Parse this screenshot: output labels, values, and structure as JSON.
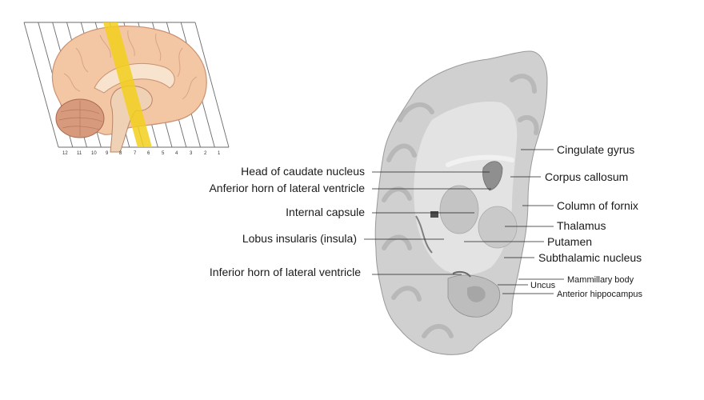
{
  "orientation_figure": {
    "slice_numbers": [
      "12",
      "11",
      "10",
      "9",
      "8",
      "7",
      "6",
      "5",
      "4",
      "3",
      "2",
      "1"
    ],
    "highlight_color": "#f2cf1d"
  },
  "labels_left": {
    "head_of_caudate": "Head of caudate nucleus",
    "anterior_horn": "Anferior horn of lateral ventricle",
    "internal_capsule": "Internal capsule",
    "insula": "Lobus insularis (insula)",
    "inferior_horn": "Inferior horn of lateral ventricle"
  },
  "labels_right": {
    "cingulate_gyrus": "Cingulate gyrus",
    "corpus_callosum": "Corpus callosum",
    "column_of_fornix": "Column of fornix",
    "thalamus": "Thalamus",
    "putamen": "Putamen",
    "subthalamic_nucleus": "Subthalamic nucleus",
    "mammillary_body": "Mammillary body",
    "uncus": "Uncus",
    "anterior_hippocampus": "Anterior hippocampus"
  }
}
